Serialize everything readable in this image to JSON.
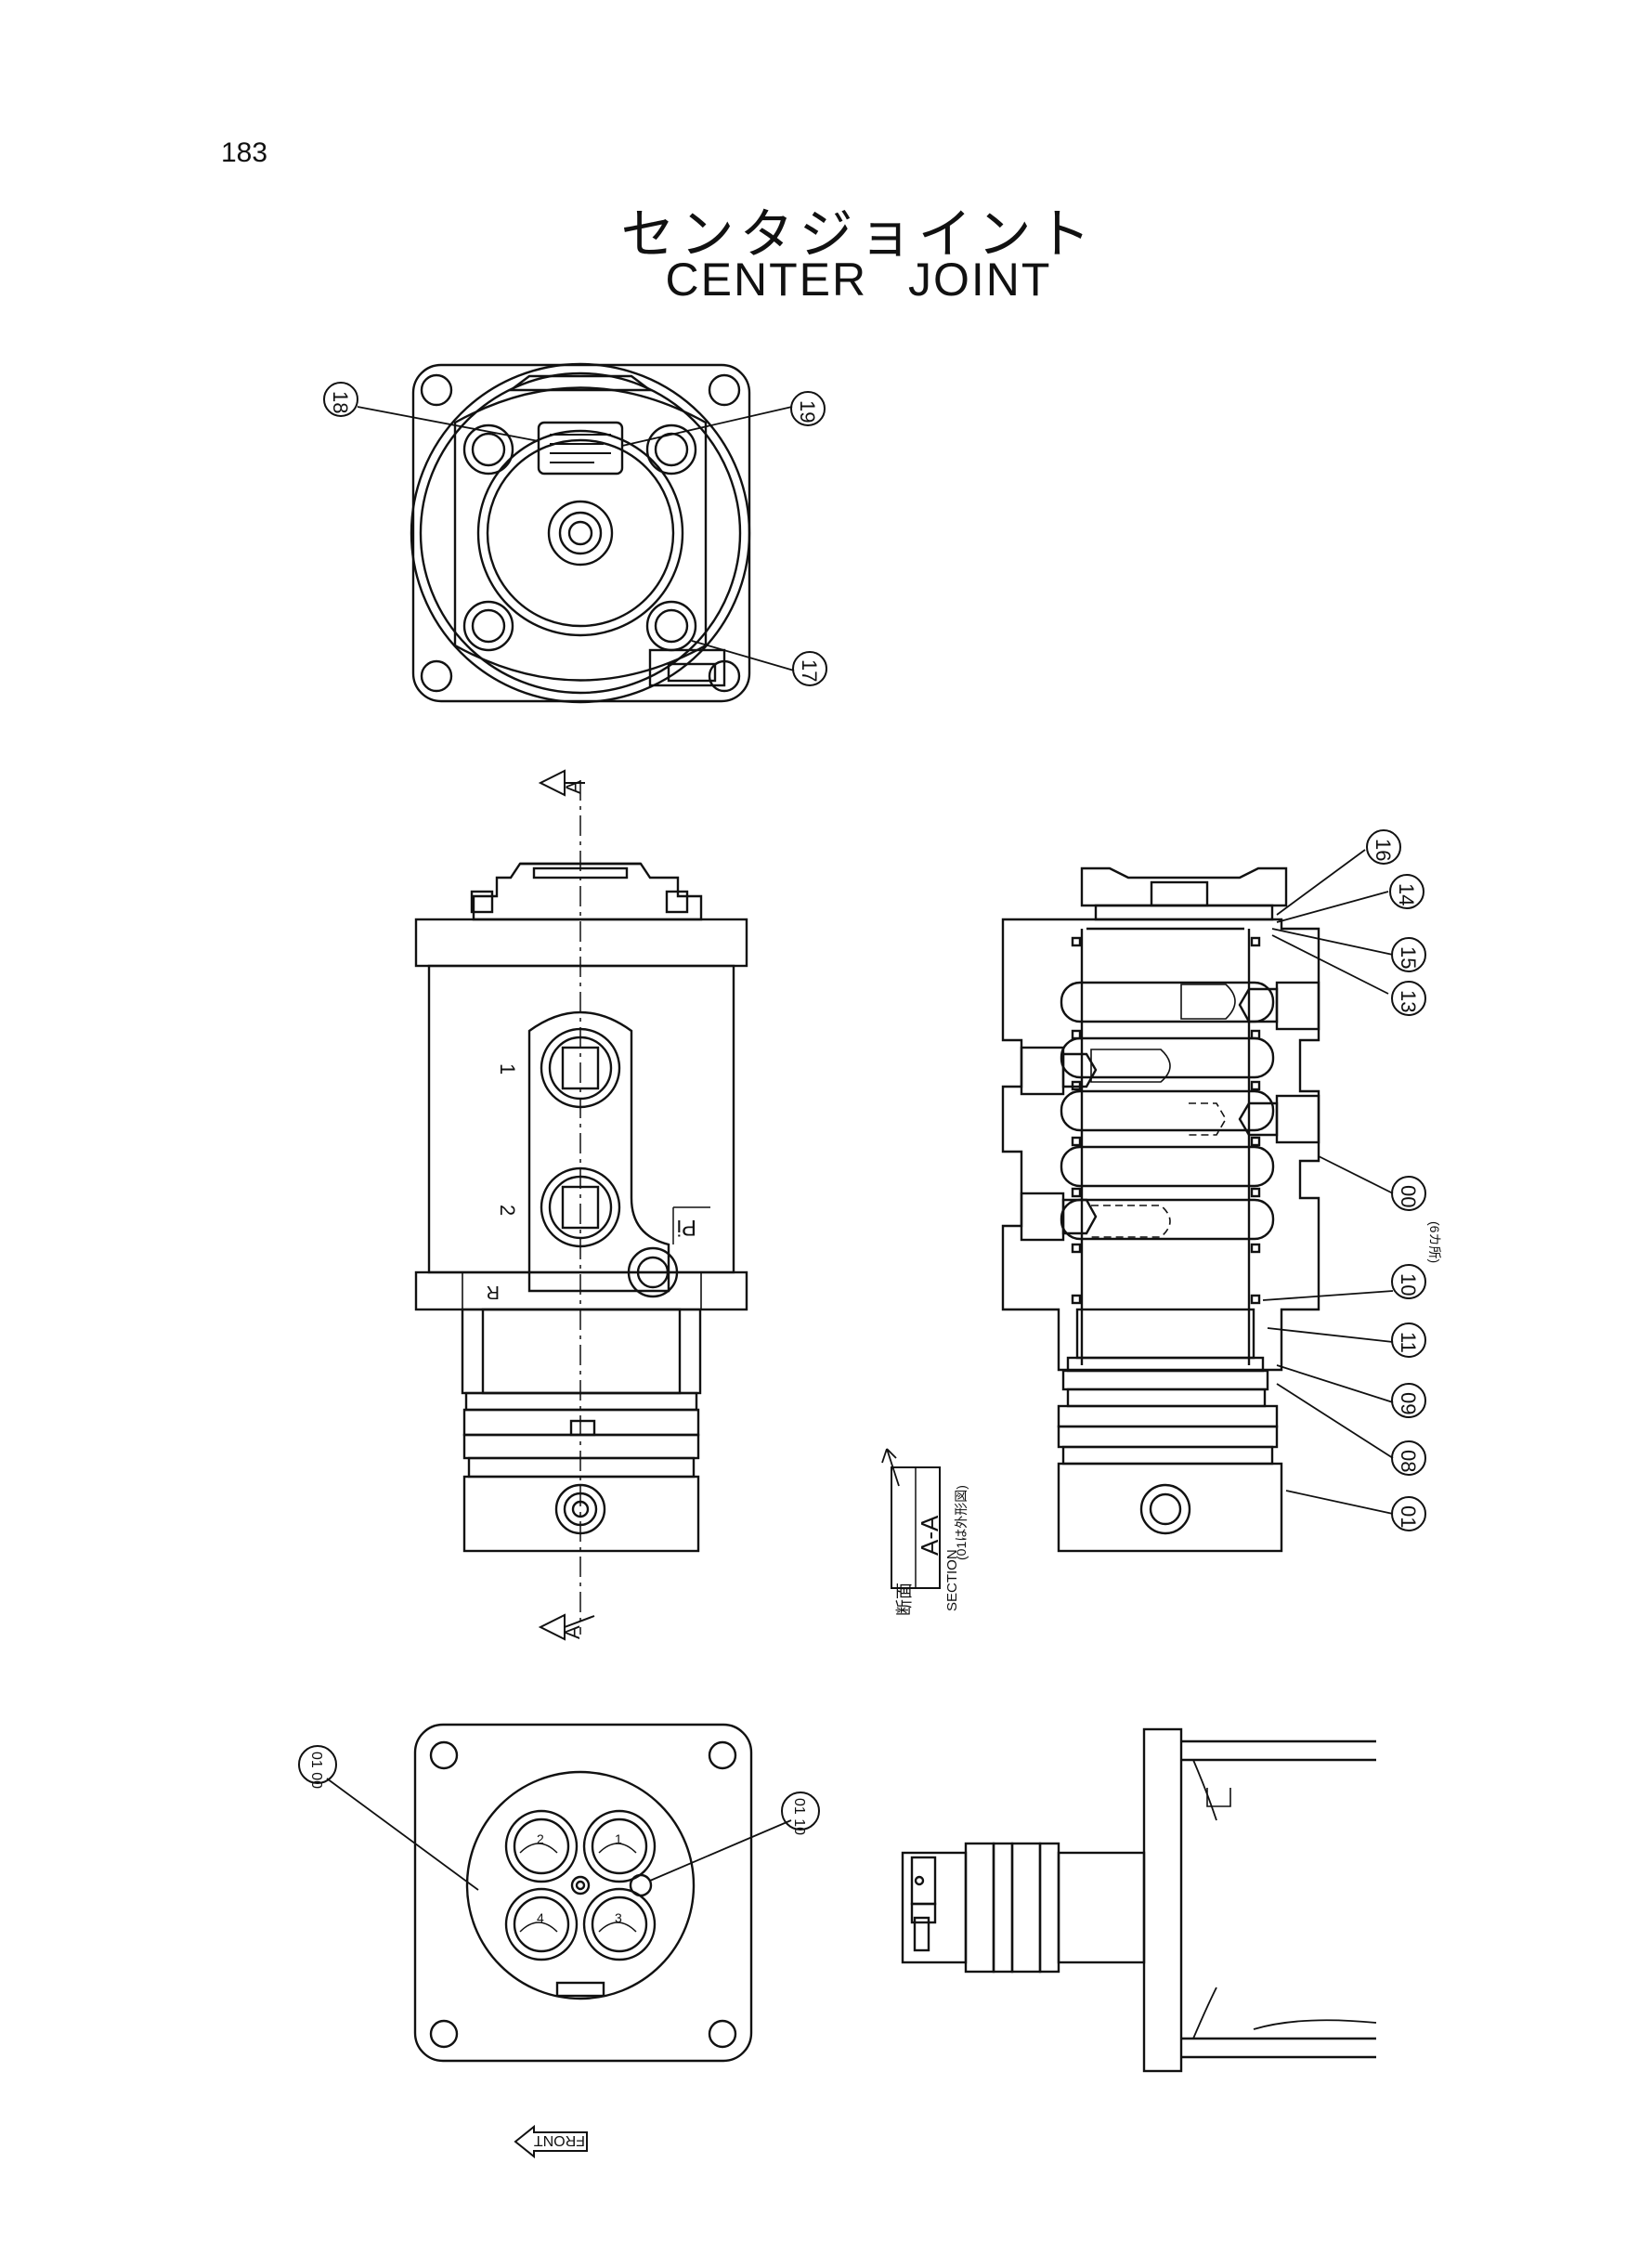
{
  "page": {
    "number": "183",
    "title_jp": "センタジョイント",
    "title_en": "CENTER   JOINT"
  },
  "callouts": {
    "c18": "18",
    "c19": "19",
    "c17": "17",
    "c16": "16",
    "c14": "14",
    "c15": "15",
    "c13": "13",
    "c00": "00",
    "c10": "10",
    "c10_note": "(6カ所)",
    "c11": "11",
    "c09": "09",
    "c08": "08",
    "c01": "01",
    "bottom_left": "01\n00",
    "bottom_right": "01\n10"
  },
  "labels": {
    "section_arrow_top": "A",
    "section_arrow_bottom": "A",
    "port_1": "1",
    "port_2": "2",
    "port_pi": "Pi",
    "port_r": "R",
    "section_box_jp": "断面",
    "section_box_en": "SECTION",
    "section_box_id": "A-A",
    "section_box_note": "(01は外形図)",
    "front_arrow": "FRONT",
    "bottom_port_1": "1",
    "bottom_port_2": "2",
    "bottom_port_3": "3",
    "bottom_port_4": "4"
  }
}
